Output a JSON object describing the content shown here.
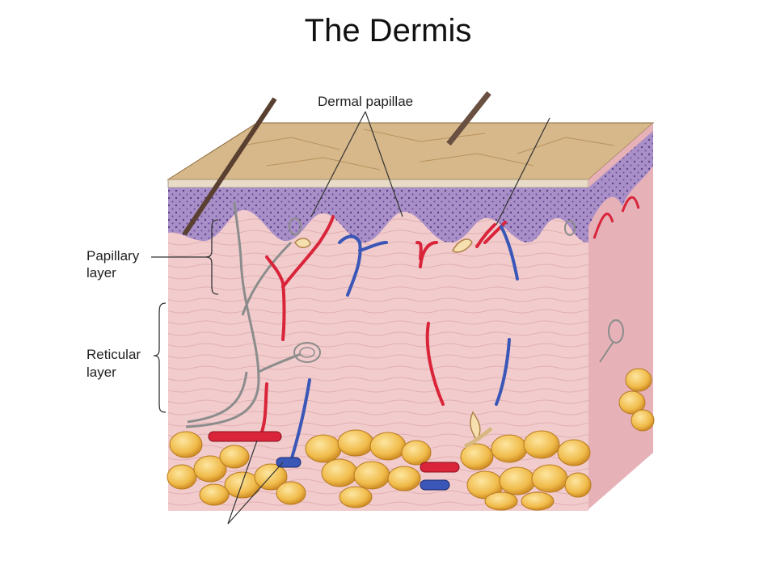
{
  "title": "The Dermis",
  "labels": {
    "dermal_papillae": "Dermal papillae",
    "papillary_line1": "Papillary",
    "papillary_line2": "layer",
    "reticular_line1": "Reticular",
    "reticular_line2": "layer"
  },
  "colors": {
    "epidermis": "#a98fc7",
    "dermis": "#f2cccc",
    "skin_surface": "#d7b88a",
    "artery": "#d9243a",
    "vein": "#3a57b8",
    "fat": "#f0bb4a",
    "nerve": "#9a9a9a"
  }
}
